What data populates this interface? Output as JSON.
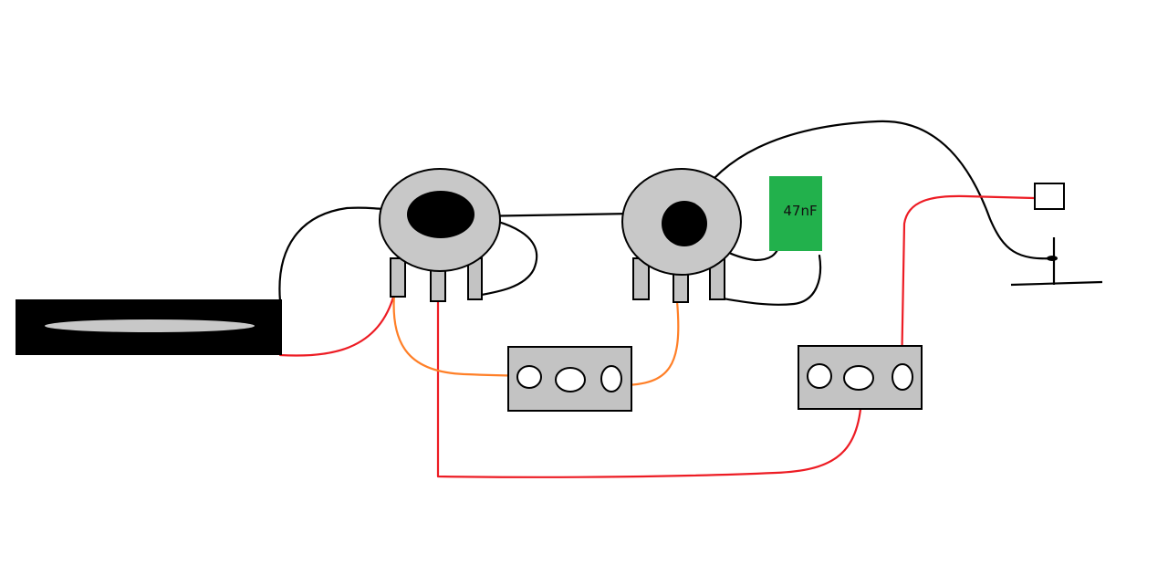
{
  "colors": {
    "background": "#ffffff",
    "pot_body": "#c8c8c8",
    "pot_knob": "#000000",
    "pickup_body": "#000000",
    "pickup_pole": "#c8c8c8",
    "capacitor": "#22b14c",
    "switch_body": "#c3c3c3",
    "wire_black": "#000000",
    "wire_red": "#ed1c24",
    "wire_orange": "#ff7f27"
  },
  "capacitor": {
    "label": "47nF"
  },
  "components": {
    "pickup": "single-coil-pickup",
    "pots": [
      "pot-left",
      "pot-right"
    ],
    "switches": [
      "switch-left",
      "switch-right"
    ],
    "jack": "output-jack"
  }
}
